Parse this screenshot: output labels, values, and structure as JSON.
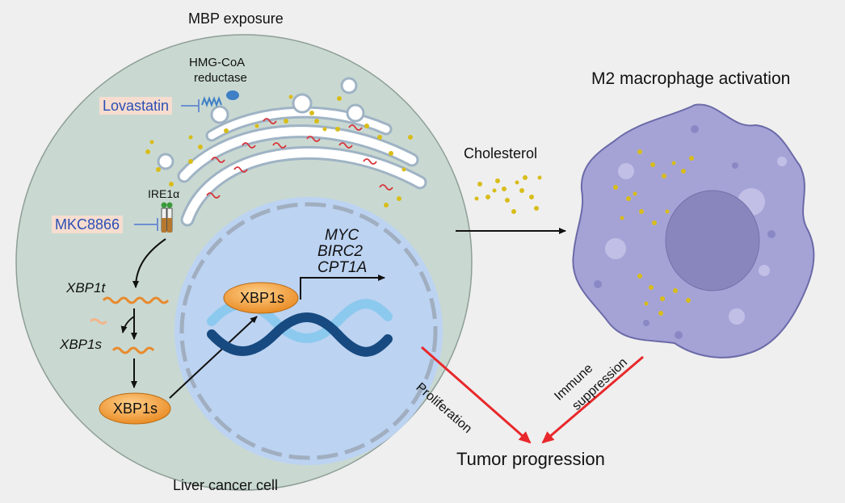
{
  "labels": {
    "mbp_exposure": "MBP exposure",
    "hmg_line1": "HMG-CoA",
    "hmg_line2": "reductase",
    "lovastatin": "Lovastatin",
    "ire1a": "IRE1α",
    "mkc8866": "MKC8866",
    "xbp1t": "XBP1t",
    "xbp1s_mrna": "XBP1s",
    "xbp1s_protein_cyto": "XBP1s",
    "xbp1s_protein_nuc": "XBP1s",
    "gene_myc": "MYC",
    "gene_birc2": "BIRC2",
    "gene_cpt1a": "CPT1A",
    "liver_cell": "Liver cancer cell",
    "cholesterol": "Cholesterol",
    "m2_activation": "M2 macrophage activation",
    "proliferation": "Proliferation",
    "immune_line1": "Immune",
    "immune_line2": "suppression",
    "tumor_progression": "Tumor progression"
  },
  "colors": {
    "background": "#efefef",
    "cell": "#c9d9d2",
    "nucleus": "#bcd3f2",
    "er": "#b5c7d6",
    "protein": "#f0a24b",
    "macrophage": "#a5a3d6",
    "cholesterol": "#d8bd1a",
    "inhibitor_text": "#2b4fb5",
    "inhibitor_bg": "#f6ddcf",
    "red_arrow": "#e8282b"
  }
}
